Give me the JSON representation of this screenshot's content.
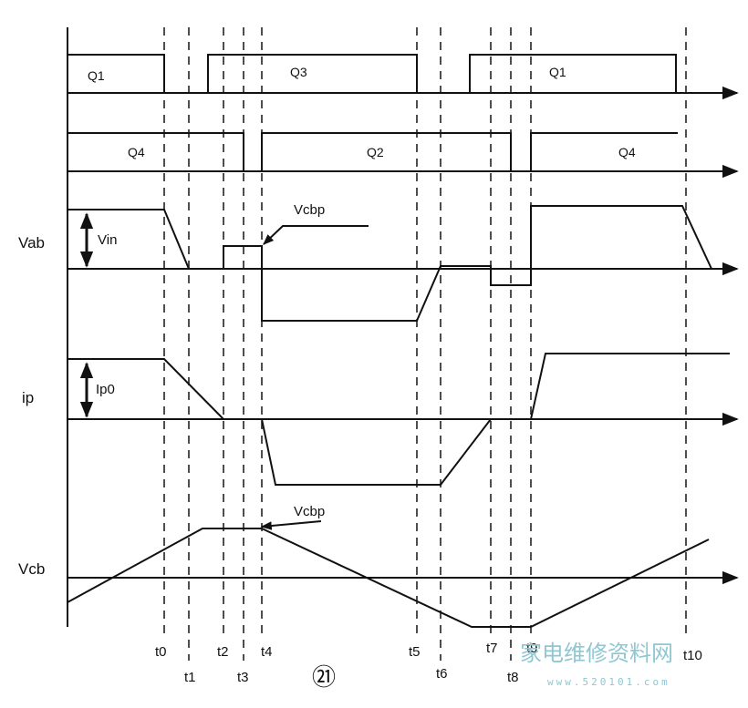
{
  "figure_number": "㉑",
  "time_markers": [
    "t0",
    "t1",
    "t2",
    "t3",
    "t4",
    "t5",
    "t6",
    "t7",
    "t8",
    "t9",
    "t10"
  ],
  "switches_top": [
    "Q1",
    "Q3",
    "Q1"
  ],
  "switches_bottom": [
    "Q4",
    "Q2",
    "Q4"
  ],
  "channels": {
    "vab": {
      "label": "Vab",
      "amplitude": "Vin",
      "annotation": "Vcbp"
    },
    "ip": {
      "label": "ip",
      "amplitude": "Ip0"
    },
    "vcb": {
      "label": "Vcb",
      "annotation": "Vcbp"
    }
  },
  "watermark": {
    "text": "家电维修资料网",
    "url": "www.520101.com",
    "color": "#8ec7d2"
  }
}
